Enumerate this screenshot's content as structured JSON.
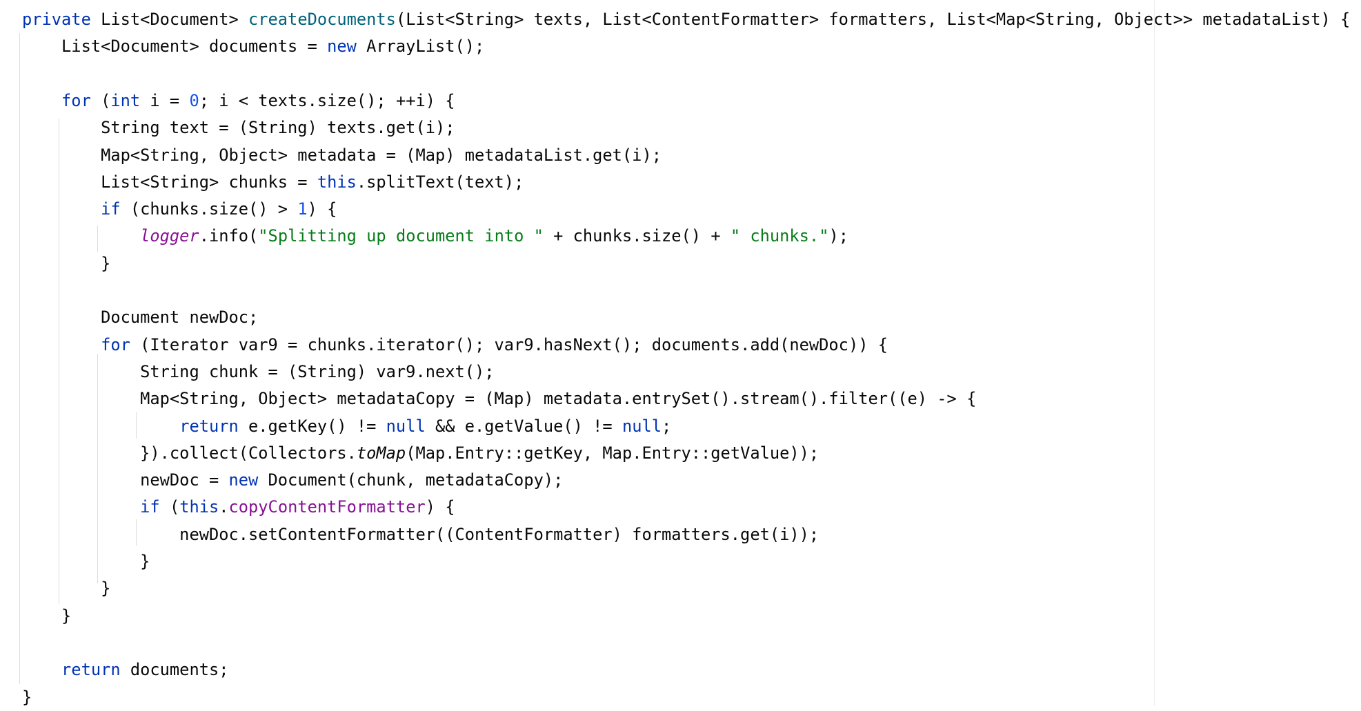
{
  "code_lines": [
    [
      {
        "t": "private ",
        "c": "kw"
      },
      {
        "t": "List<Document> "
      },
      {
        "t": "createDocuments",
        "c": "fn"
      },
      {
        "t": "(List<String> texts, List<ContentFormatter> formatters, List<Map<String, Object>> metadataList) {"
      }
    ],
    [
      {
        "t": "    List<Document> documents = "
      },
      {
        "t": "new ",
        "c": "kw"
      },
      {
        "t": "ArrayList();"
      }
    ],
    [],
    [
      {
        "t": "    "
      },
      {
        "t": "for ",
        "c": "kw"
      },
      {
        "t": "("
      },
      {
        "t": "int ",
        "c": "kw"
      },
      {
        "t": "i = "
      },
      {
        "t": "0",
        "c": "num"
      },
      {
        "t": "; i < texts.size(); ++i) {"
      }
    ],
    [
      {
        "t": "        String text = (String) texts.get(i);"
      }
    ],
    [
      {
        "t": "        Map<String, Object> metadata = (Map) metadataList.get(i);"
      }
    ],
    [
      {
        "t": "        List<String> chunks = "
      },
      {
        "t": "this",
        "c": "kw"
      },
      {
        "t": ".splitText(text);"
      }
    ],
    [
      {
        "t": "        "
      },
      {
        "t": "if ",
        "c": "kw"
      },
      {
        "t": "(chunks.size() > "
      },
      {
        "t": "1",
        "c": "num"
      },
      {
        "t": ") {"
      }
    ],
    [
      {
        "t": "            "
      },
      {
        "t": "logger",
        "c": "fld it"
      },
      {
        "t": ".info("
      },
      {
        "t": "\"Splitting up document into \"",
        "c": "str"
      },
      {
        "t": " + chunks.size() + "
      },
      {
        "t": "\" chunks.\"",
        "c": "str"
      },
      {
        "t": ");"
      }
    ],
    [
      {
        "t": "        }"
      }
    ],
    [],
    [
      {
        "t": "        Document newDoc;"
      }
    ],
    [
      {
        "t": "        "
      },
      {
        "t": "for ",
        "c": "kw"
      },
      {
        "t": "(Iterator var9 = chunks.iterator(); var9.hasNext(); documents.add(newDoc)) {"
      }
    ],
    [
      {
        "t": "            String chunk = (String) var9.next();"
      }
    ],
    [
      {
        "t": "            Map<String, Object> metadataCopy = (Map) metadata.entrySet().stream().filter((e) -> {"
      }
    ],
    [
      {
        "t": "                "
      },
      {
        "t": "return ",
        "c": "kw"
      },
      {
        "t": "e.getKey() != "
      },
      {
        "t": "null",
        "c": "kw"
      },
      {
        "t": " && e.getValue() != "
      },
      {
        "t": "null",
        "c": "kw"
      },
      {
        "t": ";"
      }
    ],
    [
      {
        "t": "            }).collect(Collectors."
      },
      {
        "t": "toMap",
        "c": "it"
      },
      {
        "t": "(Map.Entry::getKey, Map.Entry::getValue));"
      }
    ],
    [
      {
        "t": "            newDoc = "
      },
      {
        "t": "new ",
        "c": "kw"
      },
      {
        "t": "Document(chunk, metadataCopy);"
      }
    ],
    [
      {
        "t": "            "
      },
      {
        "t": "if ",
        "c": "kw"
      },
      {
        "t": "("
      },
      {
        "t": "this",
        "c": "kw"
      },
      {
        "t": "."
      },
      {
        "t": "copyContentFormatter",
        "c": "fld"
      },
      {
        "t": ") {"
      }
    ],
    [
      {
        "t": "                newDoc.setContentFormatter((ContentFormatter) formatters.get(i));"
      }
    ],
    [
      {
        "t": "            }"
      }
    ],
    [
      {
        "t": "        }"
      }
    ],
    [
      {
        "t": "    }"
      }
    ],
    [],
    [
      {
        "t": "    "
      },
      {
        "t": "return ",
        "c": "kw"
      },
      {
        "t": "documents;"
      }
    ],
    [
      {
        "t": "}"
      }
    ]
  ]
}
